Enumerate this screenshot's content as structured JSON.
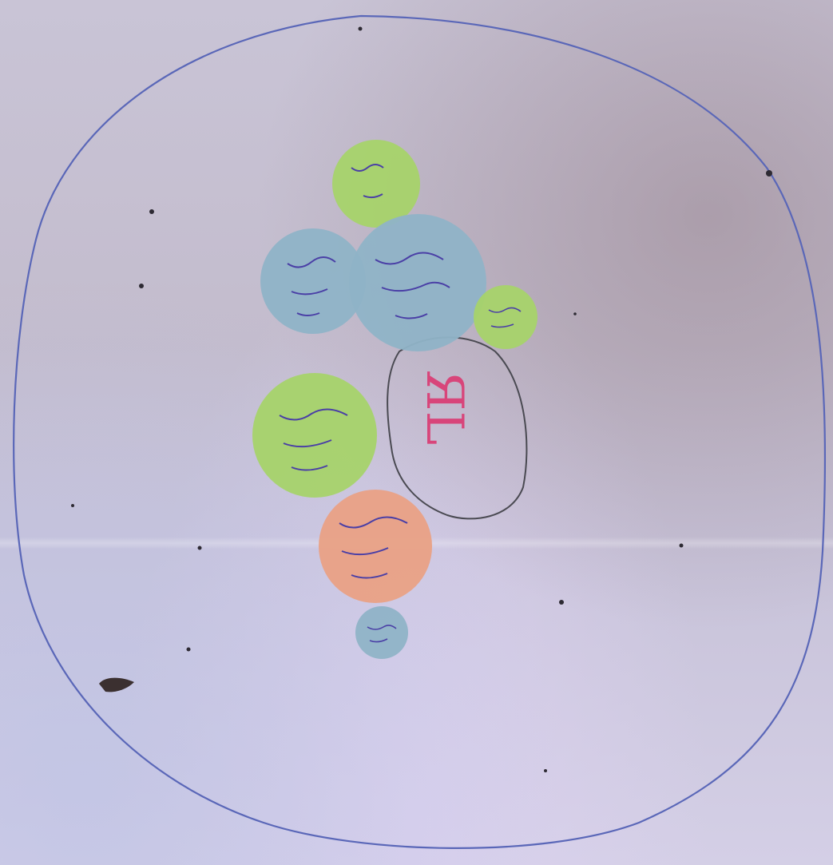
{
  "photo": {
    "subject": "",
    "colors": {
      "paper": "#c9c4d6",
      "outer_outline": "#5a67b8",
      "center_blob_outline": "#4a4a52",
      "center_letters": "#d8457a",
      "disc_green": "#a7d36a",
      "disc_blue": "#8fb3c7",
      "disc_orange": "#e9a185",
      "handwriting": "#4a3fa6"
    }
  },
  "center_label": "ЯL",
  "discs": [
    {
      "name": "disc-green-top",
      "color": "green",
      "text": ""
    },
    {
      "name": "disc-blue-large",
      "color": "blue",
      "text": ""
    },
    {
      "name": "disc-blue-left",
      "color": "blue",
      "text": ""
    },
    {
      "name": "disc-green-small-right",
      "color": "green",
      "text": ""
    },
    {
      "name": "disc-green-middle",
      "color": "green",
      "text": ""
    },
    {
      "name": "disc-orange",
      "color": "orange",
      "text": ""
    },
    {
      "name": "disc-blue-small-bottom",
      "color": "blue",
      "text": ""
    }
  ]
}
